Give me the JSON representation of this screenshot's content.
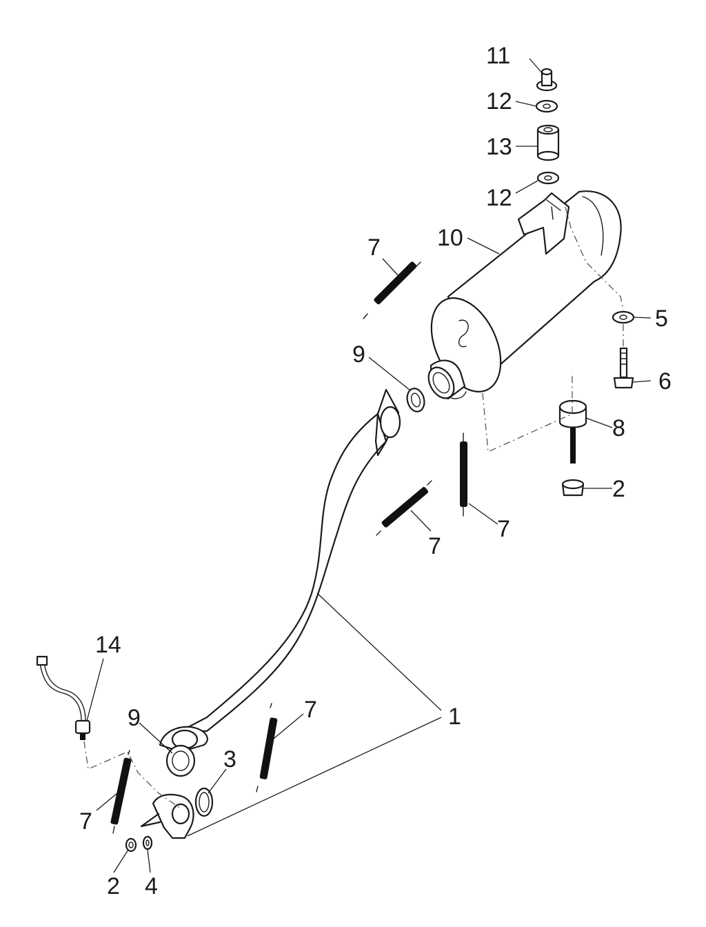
{
  "callouts": {
    "c1": "1",
    "c2a": "2",
    "c2b": "2",
    "c3": "3",
    "c4": "4",
    "c5": "5",
    "c6": "6",
    "c7a": "7",
    "c7b": "7",
    "c7c": "7",
    "c7d": "7",
    "c7e": "7",
    "c8": "8",
    "c9a": "9",
    "c9b": "9",
    "c10": "10",
    "c11": "11",
    "c12a": "12",
    "c12b": "12",
    "c13": "13",
    "c14": "14"
  },
  "colors": {
    "ink": "#1a1a1a",
    "background": "#ffffff"
  }
}
